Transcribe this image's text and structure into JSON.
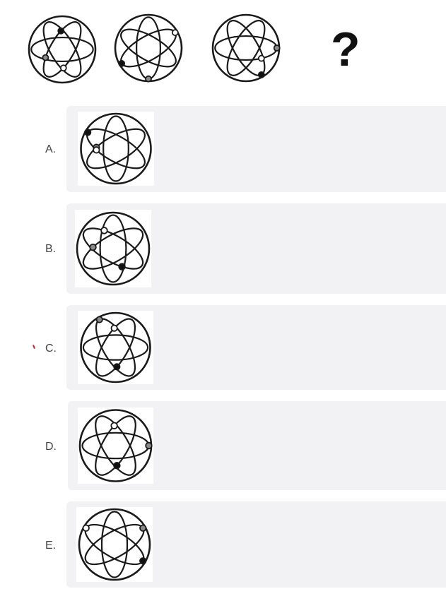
{
  "question": {
    "figures": [
      {
        "orientation": "h",
        "dots": [
          {
            "pos": "C2",
            "fill": "gray"
          },
          {
            "pos": "C3",
            "fill": "black"
          },
          {
            "pos": "C6",
            "fill": "white"
          }
        ]
      },
      {
        "orientation": "v",
        "dots": [
          {
            "pos": "A1",
            "fill": "gray"
          },
          {
            "pos": "B1",
            "fill": "black"
          },
          {
            "pos": "B4",
            "fill": "white"
          }
        ]
      },
      {
        "orientation": "h",
        "dots": [
          {
            "pos": "A1",
            "fill": "gray"
          },
          {
            "pos": "B1",
            "fill": "black"
          },
          {
            "pos": "A2",
            "fill": "white"
          }
        ]
      }
    ],
    "unknown_symbol": "?"
  },
  "options": [
    {
      "label": "A.",
      "figure": {
        "orientation": "v",
        "dots": [
          {
            "pos": "C1",
            "fill": "black"
          },
          {
            "pos": "B2",
            "fill": "gray"
          },
          {
            "pos": "C6",
            "fill": "white"
          }
        ]
      }
    },
    {
      "label": "B.",
      "figure": {
        "orientation": "v",
        "dots": [
          {
            "pos": "C5",
            "fill": "black"
          },
          {
            "pos": "B2",
            "fill": "gray"
          },
          {
            "pos": "C2",
            "fill": "white"
          }
        ]
      }
    },
    {
      "label": "C.",
      "figure": {
        "orientation": "h",
        "dots": [
          {
            "pos": "C6",
            "fill": "black"
          },
          {
            "pos": "C3",
            "fill": "white"
          },
          {
            "pos": "B4",
            "fill": "gray"
          }
        ]
      }
    },
    {
      "label": "D.",
      "figure": {
        "orientation": "h",
        "dots": [
          {
            "pos": "C6",
            "fill": "black"
          },
          {
            "pos": "C3",
            "fill": "white"
          },
          {
            "pos": "A1",
            "fill": "gray"
          }
        ]
      }
    },
    {
      "label": "E.",
      "figure": {
        "orientation": "v",
        "dots": [
          {
            "pos": "C1",
            "fill": "white"
          },
          {
            "pos": "C4",
            "fill": "black"
          },
          {
            "pos": "B4",
            "fill": "gray"
          }
        ]
      }
    }
  ],
  "colors": {
    "card_bg": "#f2f2f4",
    "line": "#1a1a1a",
    "dot_black": "#111111",
    "dot_gray": "#8a8a8a",
    "dot_white": "#ffffff"
  },
  "icons": {
    "figure": "atom-orbit-icon"
  }
}
